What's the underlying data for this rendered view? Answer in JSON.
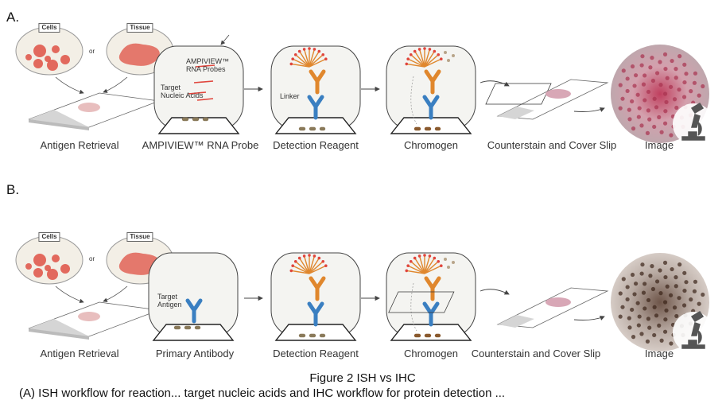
{
  "figure": {
    "title": "Figure 2 ISH vs IHC",
    "caption": "(A) ISH workflow for reaction... target nucleic acids and IHC workflow for protein detection ..."
  },
  "panel_a": {
    "label": "A.",
    "cells_tag": "Cells",
    "tissue_tag": "Tissue",
    "or_text": "or",
    "probe_label": "AMPIVIEW™\nRNA Probes",
    "target_label": "Target\nNucleic Acids",
    "linker_label": "Linker",
    "steps": [
      "Antigen Retrieval",
      "AMPIVIEW™ RNA Probe",
      "Detection Reagent",
      "Chromogen",
      "Counterstain and Cover Slip",
      "Image"
    ]
  },
  "panel_b": {
    "label": "B.",
    "cells_tag": "Cells",
    "tissue_tag": "Tissue",
    "or_text": "or",
    "target_label": "Target\nAntigen",
    "steps": [
      "Antigen Retrieval",
      "Primary Antibody",
      "Detection Reagent",
      "Chromogen",
      "Counterstain and Cover Slip",
      "Image"
    ]
  },
  "colors": {
    "cell_red": "#e05a4e",
    "dish_fill": "#f3efe6",
    "ish_stain": "#a8324f",
    "ihc_stain": "#3a2418",
    "antibody_blue": "#3a7fc1",
    "antibody_orange": "#e0872d",
    "probe_red": "#e0453c",
    "chromogen_brown": "#8a5a2e",
    "microscope_gray": "#555555"
  },
  "icons": [
    "microscope-icon",
    "arrow-icon"
  ]
}
